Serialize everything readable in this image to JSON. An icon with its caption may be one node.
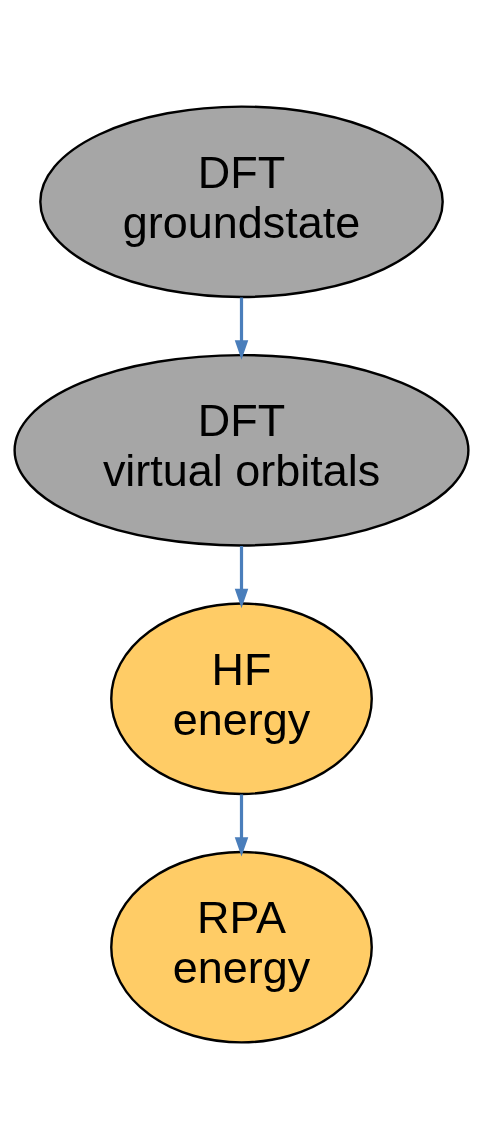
{
  "diagram": {
    "nodes": [
      {
        "text": [
          "DFT",
          "groundstate"
        ]
      },
      {
        "text": [
          "DFT",
          "virtual orbitals"
        ]
      },
      {
        "text": [
          "HF",
          "energy"
        ]
      },
      {
        "text": [
          "RPA",
          "energy"
        ]
      }
    ],
    "edges": [
      {
        "from": 0,
        "to": 1,
        "arrow": "to"
      },
      {
        "from": 1,
        "to": 2,
        "arrow": "to"
      },
      {
        "from": 2,
        "to": 3,
        "arrow": "to"
      }
    ]
  }
}
